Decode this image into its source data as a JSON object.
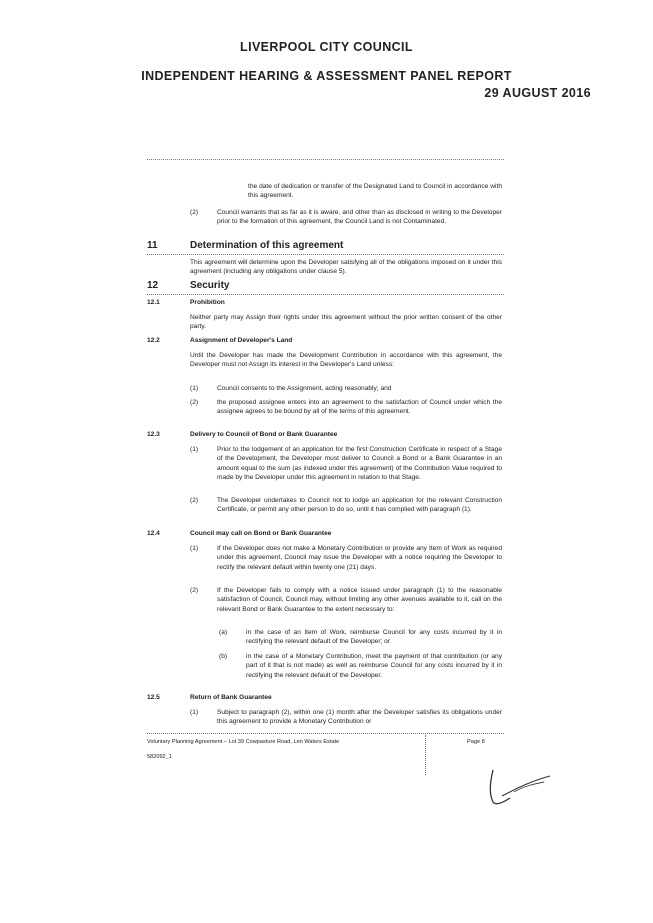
{
  "header": {
    "council": "LIVERPOOL CITY COUNCIL",
    "report": "INDEPENDENT HEARING & ASSESSMENT PANEL REPORT",
    "date": "29 AUGUST 2016"
  },
  "continued_text": "the date of dedication or transfer of the Designated Land to Council in accordance with this agreement.",
  "warranty": {
    "num": "(2)",
    "text": "Council warrants that as far as it is aware, and other than as disclosed in writing to the Developer prior to the formation of this agreement, the Council Land is not Contaminated."
  },
  "s11": {
    "num": "11",
    "title": "Determination of this agreement",
    "text": "This agreement will determine upon the Developer satisfying all of the obligations imposed on it under this agreement (including any obligations under clause 5)."
  },
  "s12": {
    "num": "12",
    "title": "Security"
  },
  "s12_1": {
    "num": "12.1",
    "title": "Prohibition",
    "text": "Neither party may Assign their rights under this agreement without the prior written consent of the other party."
  },
  "s12_2": {
    "num": "12.2",
    "title": "Assignment of Developer's Land",
    "text": "Until the Developer has made the Development Contribution in accordance with this agreement, the Developer must not Assign its interest in the Developer's Land unless:",
    "items": [
      {
        "num": "(1)",
        "text": "Council consents to the Assignment, acting reasonably; and"
      },
      {
        "num": "(2)",
        "text": "the proposed assignee enters into an agreement to the satisfaction of Council under which the assignee agrees to be bound by all of the terms of this agreement."
      }
    ]
  },
  "s12_3": {
    "num": "12.3",
    "title": "Delivery to Council of Bond or Bank Guarantee",
    "items": [
      {
        "num": "(1)",
        "text": "Prior to the lodgement of an application for the first Construction Certificate in respect of a Stage of the Development, the Developer must deliver to Council a Bond or a Bank Guarantee in an amount equal to the sum (as indexed under this agreement) of the Contribution Value required to made by the Developer under this agreement in relation to that Stage."
      },
      {
        "num": "(2)",
        "text": "The Developer undertakes to Council not to lodge an application for the relevant Construction Certificate, or permit any other person to do so, until it has complied with paragraph (1)."
      }
    ]
  },
  "s12_4": {
    "num": "12.4",
    "title": "Council may call on Bond or Bank Guarantee",
    "items": [
      {
        "num": "(1)",
        "text": "If the Developer does not make a Monetary Contribution or provide any Item of Work as required under this agreement, Council may issue the Developer with a notice requiring the Developer to rectify the relevant default within twenty one (21) days."
      },
      {
        "num": "(2)",
        "text": "If the Developer fails to comply with a notice issued under paragraph (1) to the reasonable satisfaction of Council, Council may, without limiting any other avenues available to it, call on the relevant Bond or Bank Guarantee to the extent necessary to:"
      }
    ],
    "subitems": [
      {
        "num": "(a)",
        "text": "in the case of an Item of Work, reimburse Council for any costs incurred by it in rectifying the relevant default of the Developer; or"
      },
      {
        "num": "(b)",
        "text": "in the case of a Monetary Contribution, meet the payment of that contribution (or any part of it that is not made) as well as reimburse Council for any costs incurred by it in rectifying the relevant default of the Developer."
      }
    ]
  },
  "s12_5": {
    "num": "12.5",
    "title": "Return of Bank Guarantee",
    "items": [
      {
        "num": "(1)",
        "text": "Subject to paragraph (2), within one (1) month after the Developer satisfies its obligations under this agreement to provide a Monetary Contribution or"
      }
    ]
  },
  "footer": {
    "doc": "Voluntary Planning Agreement – Lot 39 Cowpasture Road, Len Waters Estate",
    "page": "Page 8",
    "ref": "582092_1"
  }
}
